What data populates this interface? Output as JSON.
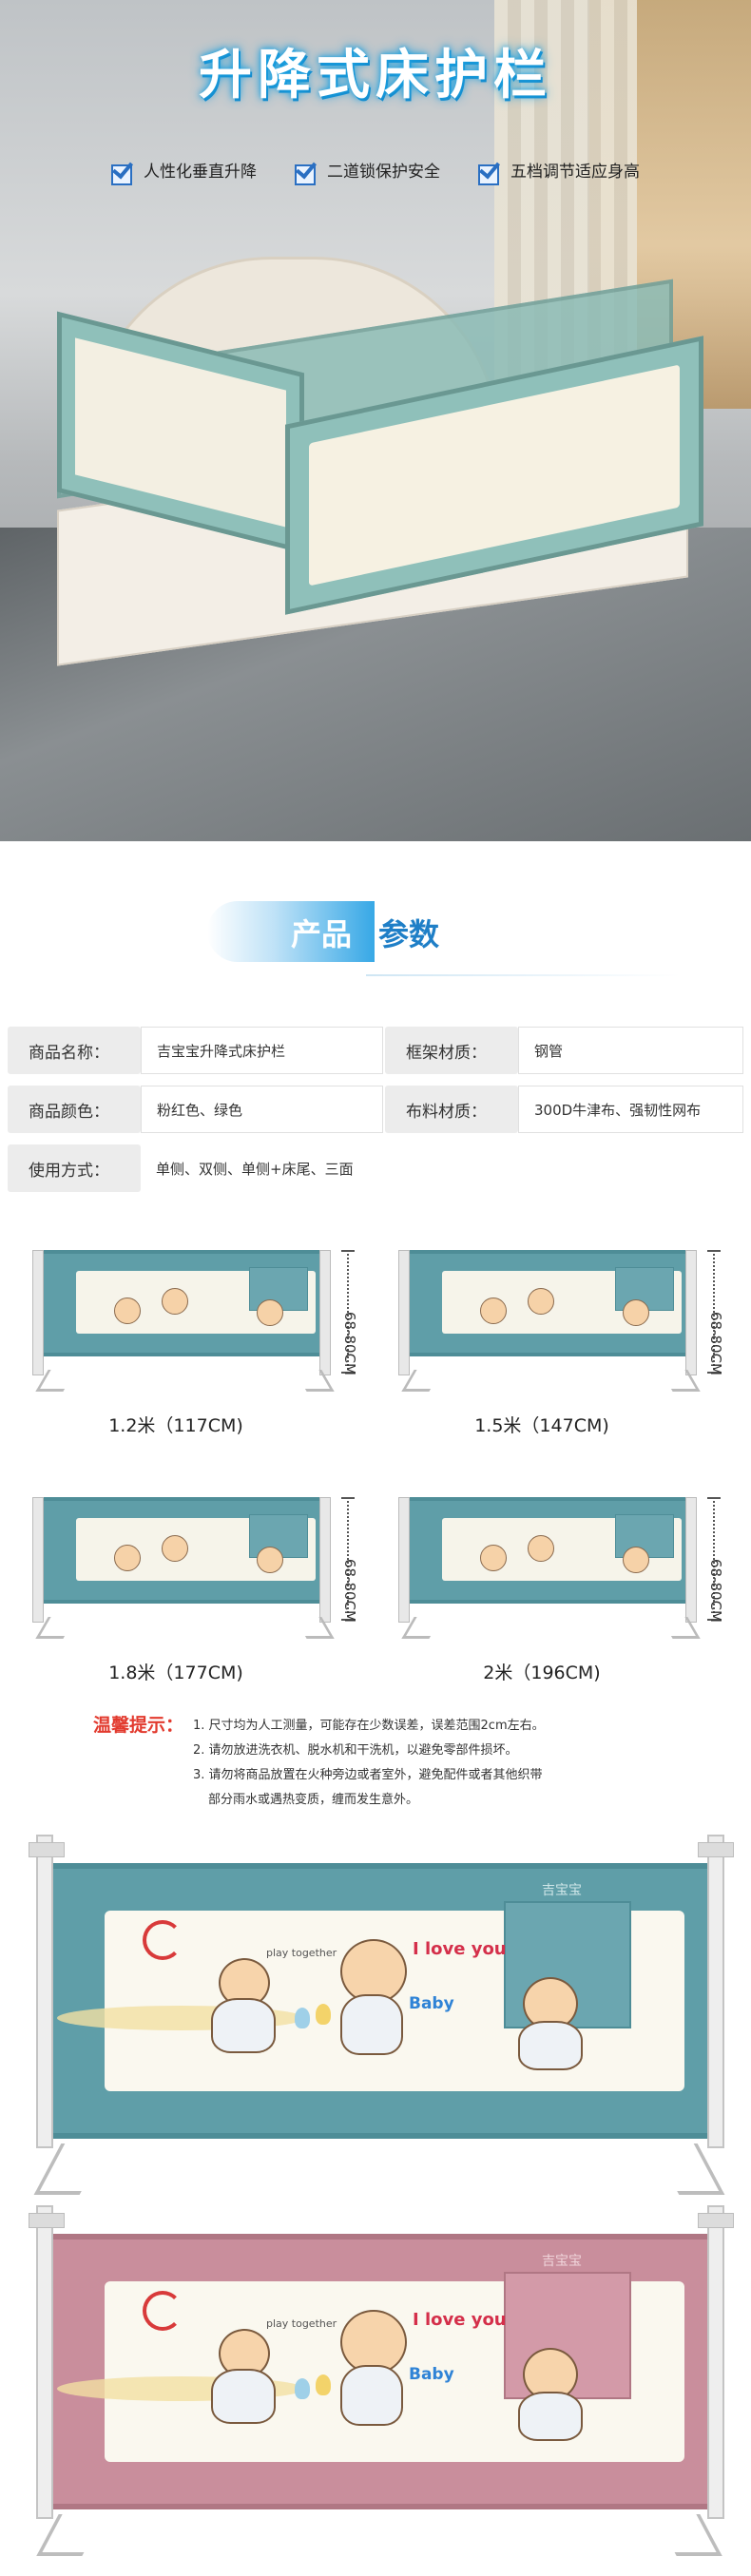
{
  "hero": {
    "title": "升降式床护栏",
    "features": [
      "人性化垂直升降",
      "二道锁保护安全",
      "五档调节适应身高"
    ]
  },
  "section": {
    "word1": "产品",
    "word2": "参数"
  },
  "params": {
    "name_label": "商品名称：",
    "name_value": "吉宝宝升降式床护栏",
    "frame_label": "框架材质：",
    "frame_value": "钢管",
    "color_label": "商品颜色：",
    "color_value": "粉红色、绿色",
    "fabric_label": "布料材质：",
    "fabric_value": "300D牛津布、强韧性网布",
    "usage_label": "使用方式：",
    "usage_value": "单侧、双侧、单侧+床尾、三面"
  },
  "sizes": [
    {
      "label": "1.2米（117CM)",
      "height": "68-80CM"
    },
    {
      "label": "1.5米（147CM)",
      "height": "68-80CM"
    },
    {
      "label": "1.8米（177CM)",
      "height": "68-80CM"
    },
    {
      "label": "2米（196CM)",
      "height": "68-80CM"
    }
  ],
  "notes": {
    "title": "温馨提示：",
    "line1": "1. 尺寸均为人工测量，可能存在少数误差，误差范围2cm左右。",
    "line2": "2. 请勿放进洗衣机、脱水机和干洗机，以避免零部件损坏。",
    "line3": "3. 请勿将商品放置在火种旁边或者室外，避免配件或者其他织带",
    "line4": "部分雨水或遇热变质，缠而发生意外。"
  },
  "product_art": {
    "love_text": "I love you",
    "baby_text": "Baby",
    "play_text": "play together",
    "brand_mark": "吉宝宝"
  },
  "colors": {
    "green_frame": "#5f9ea8",
    "green_border": "#4e8d97",
    "pink_frame": "#c98e9c",
    "pink_border": "#b07784",
    "accent_blue": "#1f7fc7",
    "note_red": "#e23a2e"
  }
}
